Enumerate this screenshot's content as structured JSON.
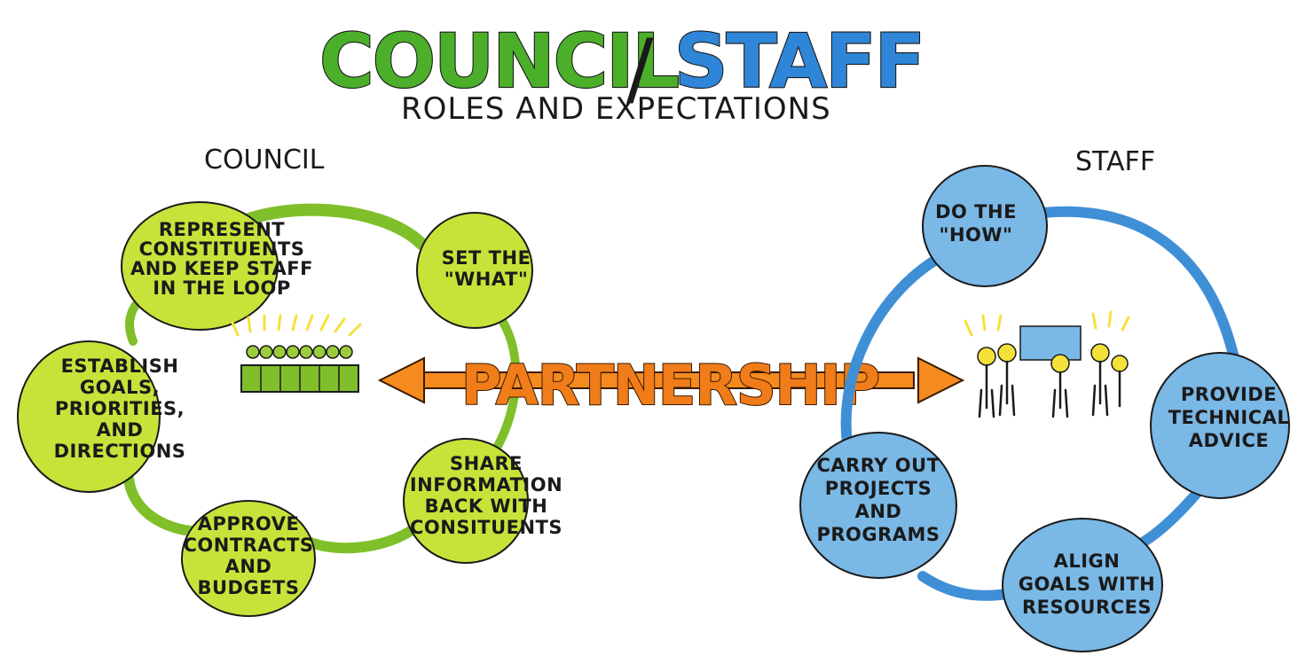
{
  "title": {
    "word_left": "COUNCIL",
    "separator": "/",
    "word_right": "STAFF",
    "subtitle": "ROLES AND EXPECTATIONS"
  },
  "council": {
    "label": "COUNCIL",
    "color": "#c9e23a",
    "ring_color": "#7fbf2a",
    "nodes": [
      {
        "lines": [
          "REPRESENT",
          "CONSTITUENTS",
          "AND KEEP STAFF",
          "IN THE LOOP"
        ]
      },
      {
        "lines": [
          "SET THE",
          "\"WHAT\""
        ]
      },
      {
        "lines": [
          "ESTABLISH",
          "GOALS,",
          "PRIORITIES,",
          "AND",
          "DIRECTIONS"
        ]
      },
      {
        "lines": [
          "SHARE",
          "INFORMATION",
          "BACK WITH",
          "CONSITUENTS"
        ]
      },
      {
        "lines": [
          "APPROVE",
          "CONTRACTS",
          "AND",
          "BUDGETS"
        ]
      }
    ]
  },
  "staff": {
    "label": "STAFF",
    "color": "#7ab8e6",
    "ring_color": "#3f8fd6",
    "nodes": [
      {
        "lines": [
          "DO THE",
          "\"HOW\""
        ]
      },
      {
        "lines": [
          "PROVIDE",
          "TECHNICAL",
          "ADVICE"
        ]
      },
      {
        "lines": [
          "CARRY OUT",
          "PROJECTS",
          "AND",
          "PROGRAMS"
        ]
      },
      {
        "lines": [
          "ALIGN",
          "GOALS WITH",
          "RESOURCES"
        ]
      }
    ]
  },
  "center": {
    "label": "PARTNERSHIP",
    "arrow_color": "#f58a1f"
  },
  "colors": {
    "council_title": "#4caf2a",
    "staff_title": "#2f86d8",
    "highlight": "#f4e23a"
  }
}
